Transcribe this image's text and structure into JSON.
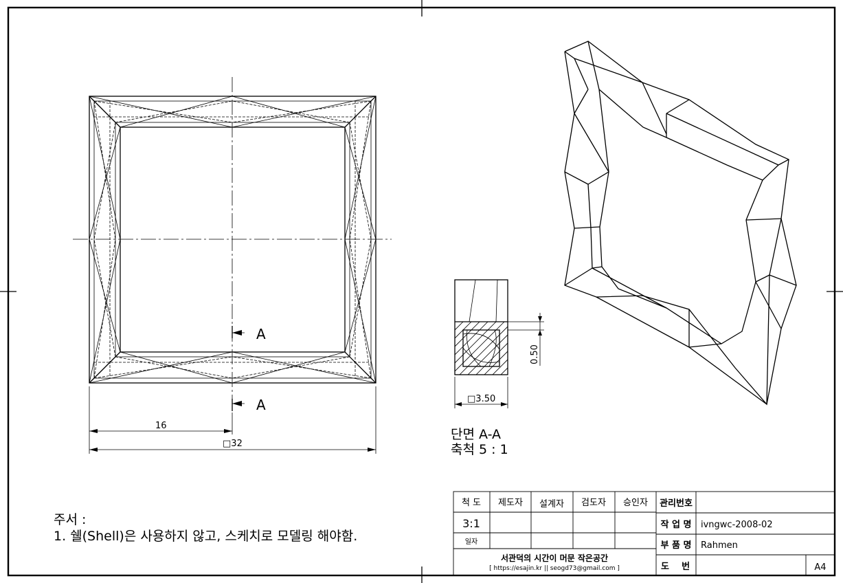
{
  "sheet": {
    "size": "A4"
  },
  "main_view": {
    "section_labels": [
      "A",
      "A"
    ],
    "dim_half": "16",
    "dim_full": "32",
    "dim_full_symbol": "□"
  },
  "section_view": {
    "dim_thickness": "0.50",
    "dim_width": "3.50",
    "dim_width_symbol": "□",
    "title": "단면 A-A",
    "scale": "축척 5 : 1"
  },
  "notes": {
    "heading": "주서 :",
    "lines": [
      "1. 쉘(Shell)은 사용하지 않고, 스케치로 모델링 해야함."
    ]
  },
  "title_block": {
    "scale_label": "척 도",
    "scale_value": "3:1",
    "date_label": "일자",
    "roles": [
      "제도자",
      "설계자",
      "검도자",
      "승인자"
    ],
    "mgmt_no_label": "관리번호",
    "work_name_label": "작 업 명",
    "work_name_value": "ivngwc-2008-02",
    "part_name_label": "부 품 명",
    "part_name_value": "Rahmen",
    "drawing_no_label": "도    번",
    "paper": "A4",
    "company": "서관덕의 시간이 머문 작은공간",
    "company_contact": "[ https://esajin.kr || seogd73@gmail.com ]"
  }
}
